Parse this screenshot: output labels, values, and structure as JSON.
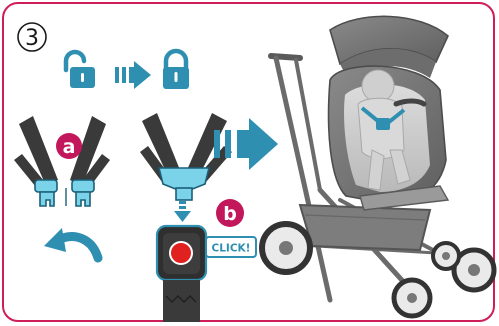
{
  "step_number": "3",
  "label_a": "a",
  "label_b": "b",
  "click_label": "CLICK!",
  "colors": {
    "frame": "#cf1d5a",
    "accent_blue": "#2f8fb1",
    "badge_pink": "#c2185b",
    "strap_dark": "#3a3a3a",
    "buckle_red": "#e0211f"
  },
  "icons": [
    "unlocked-padlock-icon",
    "right-arrow-icon",
    "locked-padlock-icon",
    "undo-arrow-icon",
    "down-arrow-icon"
  ]
}
